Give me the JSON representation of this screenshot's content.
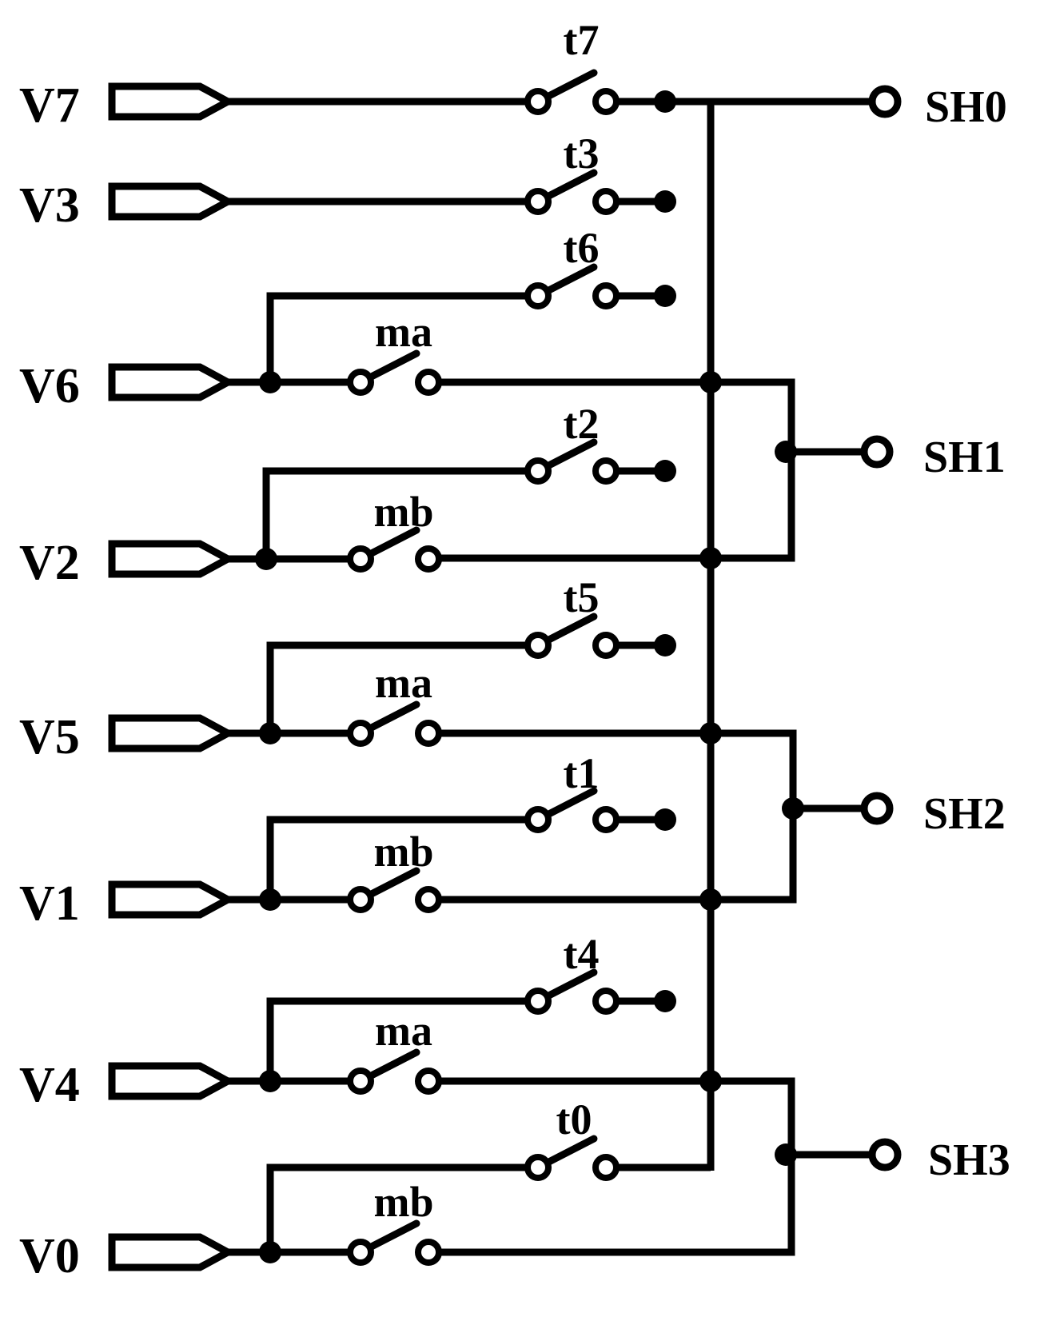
{
  "colors": {
    "wire": "#000000",
    "highlight": "#ff0000",
    "background": "#ffffff"
  },
  "inputs": [
    {
      "id": "v7",
      "label": "V7",
      "highlight": false
    },
    {
      "id": "v3",
      "label": "V3",
      "highlight": true
    },
    {
      "id": "v6",
      "label": "V6",
      "highlight": false
    },
    {
      "id": "v2",
      "label": "V2",
      "highlight": true
    },
    {
      "id": "v5",
      "label": "V5",
      "highlight": false
    },
    {
      "id": "v1",
      "label": "V1",
      "highlight": true
    },
    {
      "id": "v4",
      "label": "V4",
      "highlight": false
    },
    {
      "id": "v0",
      "label": "V0",
      "highlight": true
    }
  ],
  "switches": [
    {
      "id": "t7",
      "label": "t7",
      "highlight": false
    },
    {
      "id": "t3",
      "label": "t3",
      "highlight": true
    },
    {
      "id": "t6",
      "label": "t6",
      "highlight": false
    },
    {
      "id": "ma1",
      "label": "ma",
      "highlight": false
    },
    {
      "id": "t2",
      "label": "t2",
      "highlight": true
    },
    {
      "id": "mb1",
      "label": "mb",
      "highlight": false
    },
    {
      "id": "t5",
      "label": "t5",
      "highlight": false
    },
    {
      "id": "ma2",
      "label": "ma",
      "highlight": false
    },
    {
      "id": "t1",
      "label": "t1",
      "highlight": true
    },
    {
      "id": "mb2",
      "label": "mb",
      "highlight": false
    },
    {
      "id": "t4",
      "label": "t4",
      "highlight": false
    },
    {
      "id": "ma3",
      "label": "ma",
      "highlight": false
    },
    {
      "id": "t0",
      "label": "t0",
      "highlight": true
    },
    {
      "id": "mb3",
      "label": "mb",
      "highlight": false
    }
  ],
  "outputs": [
    {
      "id": "sh0",
      "label": "SH0"
    },
    {
      "id": "sh1",
      "label": "SH1"
    },
    {
      "id": "sh2",
      "label": "SH2"
    },
    {
      "id": "sh3",
      "label": "SH3"
    }
  ]
}
